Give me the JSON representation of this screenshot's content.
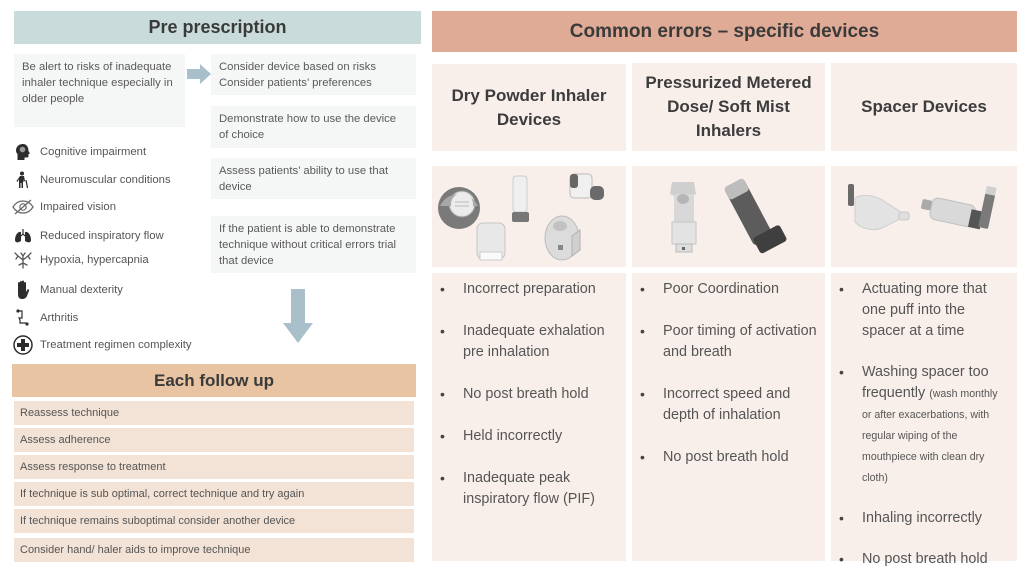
{
  "pre_prescription": {
    "title": "Pre prescription",
    "alert_box": "Be alert to risks of inadequate inhaler technique especially in older people",
    "steps": [
      "Consider device based on risks Consider patients’ preferences",
      "Demonstrate how to use the device of choice",
      "Assess patients’ ability to use that device",
      "If the patient is able to demonstrate technique without critical errors trial that device"
    ],
    "risks": [
      {
        "icon": "head-brain-icon",
        "label": "Cognitive impairment"
      },
      {
        "icon": "walking-cane-icon",
        "label": "Neuromuscular conditions"
      },
      {
        "icon": "eye-crossed-icon",
        "label": "Impaired vision"
      },
      {
        "icon": "lungs-icon",
        "label": "Reduced inspiratory flow"
      },
      {
        "icon": "bronchi-icon",
        "label": "Hypoxia, hypercapnia"
      },
      {
        "icon": "hand-icon",
        "label": "Manual dexterity"
      },
      {
        "icon": "joint-icon",
        "label": "Arthritis"
      },
      {
        "icon": "plus-circle-icon",
        "label": "Treatment regimen complexity"
      }
    ]
  },
  "follow_up": {
    "title": "Each follow up",
    "items": [
      "Reassess technique",
      "Assess adherence",
      "Assess response to treatment",
      "If technique is sub optimal, correct technique and try again",
      "If technique remains suboptimal consider another device",
      "Consider hand/ haler aids to improve technique"
    ]
  },
  "common_errors": {
    "title": "Common errors – specific devices",
    "columns": [
      {
        "title": "Dry Powder Inhaler Devices",
        "image": "dry-powder-inhalers-image",
        "errors": [
          "Incorrect preparation",
          "Inadequate exhalation pre inhalation",
          "No post breath hold",
          "Held incorrectly",
          "Inadequate peak inspiratory flow (PIF)"
        ]
      },
      {
        "title": "Pressurized Metered Dose/ Soft Mist Inhalers",
        "image": "metered-dose-inhalers-image",
        "errors": [
          "Poor Coordination",
          "Poor timing of activation and breath",
          "Incorrect speed and depth of inhalation",
          "No post breath hold"
        ]
      },
      {
        "title": "Spacer Devices",
        "image": "spacer-devices-image",
        "errors": [
          "Actuating more that one puff into the spacer at a time",
          "Washing spacer too frequently",
          "Inhaling incorrectly",
          "No post breath hold"
        ],
        "washing_note": "(wash monthly or after exacerbations, with regular wiping of the mouthpiece with clean dry cloth)"
      }
    ]
  },
  "colors": {
    "pre_header": "#c9dcdb",
    "follow_header": "#e8c4a2",
    "follow_row": "#f3e3d6",
    "errors_header": "#dfab96",
    "device_panel": "#f8efeb",
    "step_box": "#f5f6f6",
    "arrow": "#a9bfca"
  }
}
